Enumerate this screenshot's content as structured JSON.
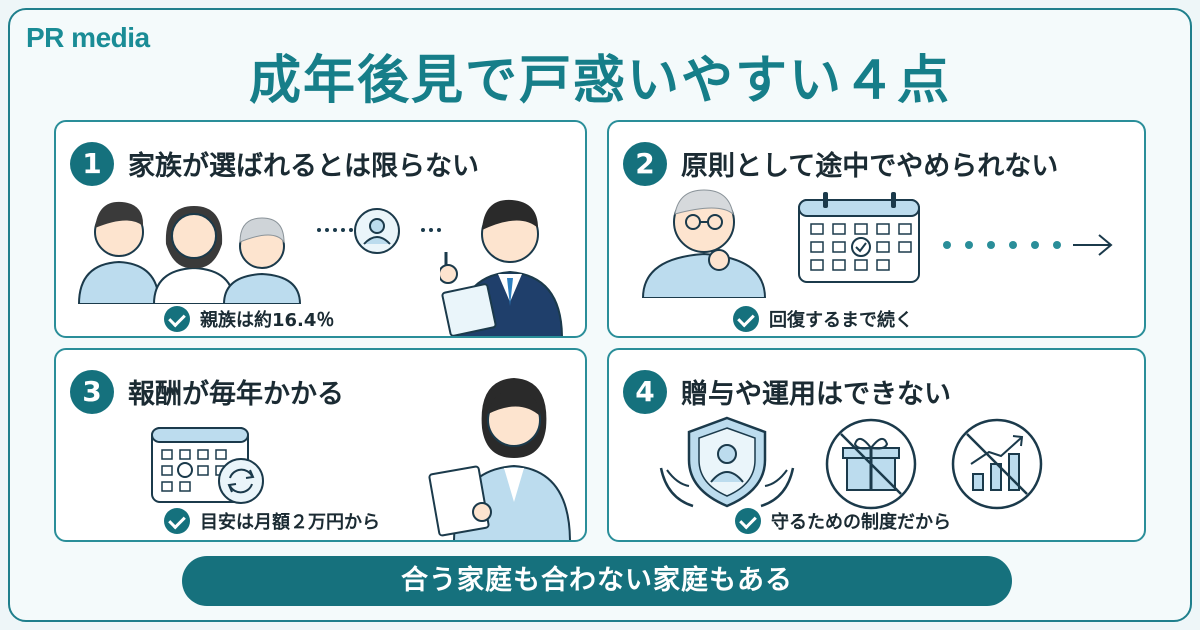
{
  "logo": "PR media",
  "title": "成年後見で戸惑いやすい４点",
  "cards": [
    {
      "number": "1",
      "title": "家族が選ばれるとは限らない",
      "note": "親族は約16.4％"
    },
    {
      "number": "2",
      "title": "原則として途中でやめられない",
      "note": "回復するまで続く"
    },
    {
      "number": "3",
      "title": "報酬が毎年かかる",
      "note": "目安は月額２万円から"
    },
    {
      "number": "4",
      "title": "贈与や運用はできない",
      "note": "守るための制度だから"
    }
  ],
  "banner": "合う家庭も合わない家庭もある",
  "icons": {
    "card1": [
      "family-illustration",
      "person-circle-icon",
      "professional-man-illustration"
    ],
    "card2": [
      "elderly-man-illustration",
      "calendar-icon",
      "arrow-right-icon"
    ],
    "card3": [
      "calendar-icon",
      "refresh-icon",
      "woman-with-document-illustration"
    ],
    "card4": [
      "shield-hands-icon",
      "no-gift-icon",
      "no-investment-icon"
    ]
  },
  "colors": {
    "accent": "#15717d",
    "title": "#167e89",
    "light": "#bcdcee"
  }
}
